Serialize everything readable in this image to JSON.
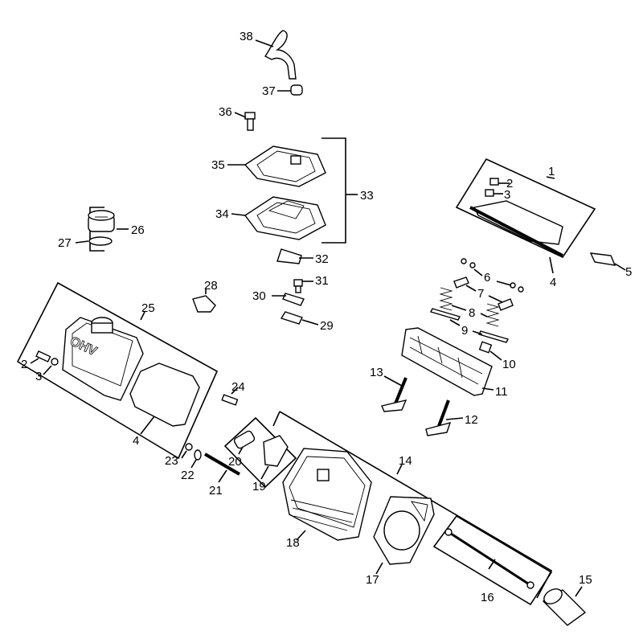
{
  "callouts": {
    "c1": "1",
    "c2a": "2",
    "c3a": "3",
    "c4a": "4",
    "c5": "5",
    "c6": "6",
    "c7": "7",
    "c8": "8",
    "c9": "9",
    "c10": "10",
    "c11": "11",
    "c12": "12",
    "c13": "13",
    "c14": "14",
    "c15": "15",
    "c16": "16",
    "c17": "17",
    "c18": "18",
    "c19": "19",
    "c20": "20",
    "c21": "21",
    "c22": "22",
    "c23": "23",
    "c24": "24",
    "c25": "25",
    "c26": "26",
    "c27": "27",
    "c28": "28",
    "c29": "29",
    "c30": "30",
    "c31": "31",
    "c32": "32",
    "c33": "33",
    "c34": "34",
    "c35": "35",
    "c36": "36",
    "c37": "37",
    "c38": "38",
    "c2b": "2",
    "c3b": "3",
    "c4b": "4"
  },
  "cover_lettering": "OHV"
}
